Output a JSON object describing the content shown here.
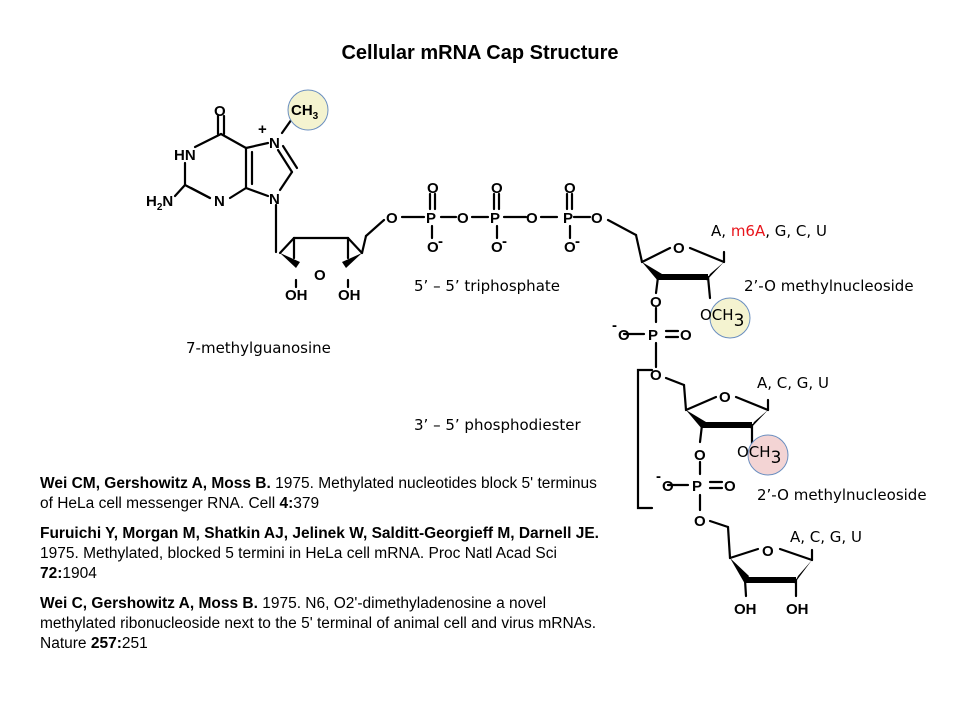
{
  "title": "Cellular mRNA Cap Structure",
  "molecule": {
    "guanine": {
      "carbonyl_o": "O",
      "hn": "HN",
      "h2n_main": "H",
      "h2n_sub": "2",
      "h2n_tail": "N",
      "n_ring": "N",
      "n7": "N",
      "n9": "N",
      "charge": "+",
      "methyl_main": "CH",
      "methyl_sub": "3"
    },
    "ribose1": {
      "ring_o": "O",
      "oh1": "OH",
      "oh2": "OH"
    },
    "triphosphate": {
      "bridge_o": "O",
      "p": "P",
      "o_minus": "O",
      "minus": "-"
    },
    "nucleotide_o": "O",
    "phosphodiester": {
      "o_minus": "O",
      "minus": "-",
      "p": "P",
      "eq_o": "O"
    },
    "och3_1": {
      "main": "OCH",
      "sub": "3"
    },
    "och3_2": {
      "main": "OCH",
      "sub": "3"
    },
    "ribose_last": {
      "oh1": "OH",
      "oh2": "OH"
    }
  },
  "labels": {
    "triphosphate": "5’ – 5’ triphosphate",
    "methylguanosine": "7-methylguanosine",
    "phosphodiester": "3’ – 5’ phosphodiester",
    "methylnucleoside_1": "2’-O methylnucleoside",
    "methylnucleoside_2": "2’-O methylnucleoside",
    "bases_1": {
      "pre": "A, ",
      "highlight": "m6A",
      "post": ", G, C, U"
    },
    "bases_2": "A, C, G, U",
    "bases_3": "A, C, G, U"
  },
  "colors": {
    "highlight_text": "#e8141b",
    "methyl_circle_yellow": "#f4f3d0",
    "methyl_circle_pink": "#f3d4d4",
    "circle_stroke": "#6b8fc0"
  },
  "references": [
    {
      "authors": "Wei CM, Gershowitz A, Moss B.",
      "text1": " 1975. Methylated nucleotides block 5' terminus of HeLa cell messenger RNA. Cell ",
      "volume": "4:",
      "page": "379"
    },
    {
      "authors": "Furuichi Y, Morgan M, Shatkin AJ, Jelinek W, Salditt-Georgieff M, Darnell JE.",
      "text1": " 1975. Methylated, blocked 5 termini in HeLa cell mRNA. Proc Natl Acad Sci ",
      "volume": "72:",
      "page": "1904"
    },
    {
      "authors": "Wei C, Gershowitz A, Moss B.",
      "text1": " 1975. N6, O2'-dimethyladenosine a novel methylated ribonucleoside next to the 5' terminal of animal cell and virus mRNAs. Nature ",
      "volume": "257:",
      "page": "251"
    }
  ]
}
